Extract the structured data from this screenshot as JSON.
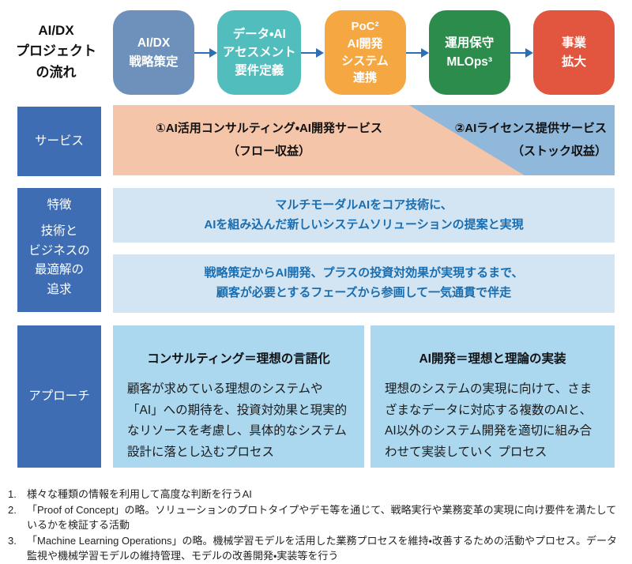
{
  "flow": {
    "title": "AI/DX\nプロジェクト\nの流れ",
    "steps": [
      {
        "label": "AI/DX\n戦略策定",
        "color": "#6d91ba"
      },
      {
        "label": "データ・AI\nアセスメント\n要件定義",
        "color": "#52bdbd"
      },
      {
        "label": "PoC²\nAI開発\nシステム\n連携",
        "color": "#f5a742"
      },
      {
        "label": "運用保守\nMLOps³",
        "color": "#2b8c4c"
      },
      {
        "label": "事業\n拡大",
        "color": "#e2553f"
      }
    ]
  },
  "service": {
    "label": "サービス",
    "left_line1": "①AI活用コンサルティング・AI開発サービス",
    "left_line2": "（フロー収益）",
    "right_line1": "②AIライセンス提供サービス",
    "right_line2": "（ストック収益）",
    "left_bg": "#f5c5a9",
    "right_bg": "#8fb8da"
  },
  "feature": {
    "label_title": "特徴",
    "label_sub": "技術と\nビジネスの\n最適解の\n追求",
    "box1": "マルチモーダルAIをコア技術に、\nAIを組み込んだ新しいシステムソリューションの提案と実現",
    "box2": "戦略策定からAI開発、プラスの投資対効果が実現するまで、\n顧客が必要とするフェーズから参画して一気通貫で伴走",
    "text_color": "#1a6eb0",
    "box_bg": "#d3e4f2"
  },
  "approach": {
    "label": "アプローチ",
    "left_heading": "コンサルティング＝理想の言語化",
    "left_body": "顧客が求めている理想のシステムや「AI」への期待を、投資対効果と現実的なリソースを考慮し、具体的なシステム設計に落とし込むプロセス",
    "right_heading": "AI開発＝理想と理論の実装",
    "right_body": "理想のシステムの実現に向けて、さまざまなデータに対応する複数のAIと、AI以外のシステム開発を適切に組み合わせて実装していく プロセス",
    "box_bg": "#abd7ef"
  },
  "footnotes": [
    {
      "num": "1.",
      "text": "様々な種類の情報を利用して高度な判断を行うAI"
    },
    {
      "num": "2.",
      "text": "「Proof of Concept」の略。ソリューションのプロトタイプやデモ等を通じて、戦略実行や業務変革の実現に向け要件を満たしているかを検証する活動"
    },
    {
      "num": "3.",
      "text": "「Machine Learning Operations」の略。機械学習モデルを活用した業務プロセスを維持・改善するための活動やプロセス。データ監視や機械学習モデルの維持管理、モデルの改善開発・実装等を行う"
    }
  ],
  "colors": {
    "row_label_bg": "#3e6db3",
    "arrow": "#2d6fb7",
    "background": "#ffffff"
  }
}
